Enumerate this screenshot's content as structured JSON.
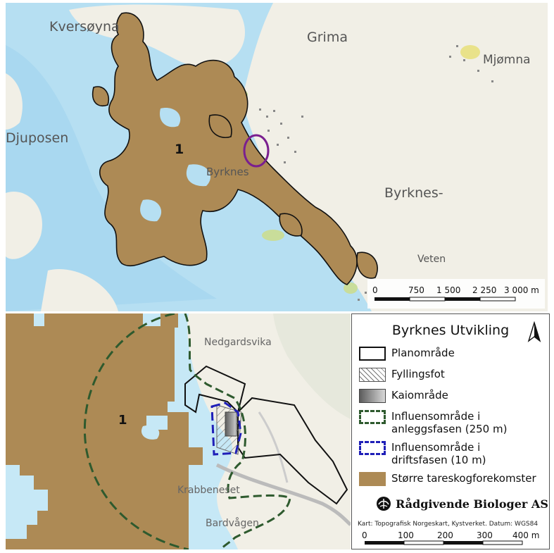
{
  "overview_map": {
    "places": {
      "kversoyna": "Kversøyna",
      "grima": "Grima",
      "mjomna": "Mjømna",
      "djuposen": "Djuposen",
      "byrknes_village": "Byrknes",
      "byrknes_area": "Byrknes-",
      "veten": "Veten"
    },
    "kelp_area_number": "1",
    "scale_bar": {
      "ticks": [
        "0",
        "750",
        "1 500",
        "2 250",
        "3 000 m"
      ]
    }
  },
  "inset_map": {
    "places": {
      "nedgardsvika": "Nedgardsvika",
      "krabbeneset": "Krabbeneset",
      "bardvagen": "Bardvågen"
    },
    "kelp_area_number": "1"
  },
  "legend": {
    "title": "Byrknes Utvikling",
    "items": [
      {
        "label": "Planområde"
      },
      {
        "label": "Fyllingsfot"
      },
      {
        "label": "Kaiområde"
      },
      {
        "label": "Influensområde i anleggsfasen (250 m)"
      },
      {
        "label": "Influensområde i driftsfasen (10 m)"
      },
      {
        "label": "Større tareskogforekomster"
      }
    ],
    "company": "Rådgivende Biologer AS",
    "credit": "Kart: Topografisk Norgeskart, Kystverket. Datum: WGS84",
    "scale_bar": {
      "ticks": [
        "0",
        "100",
        "200",
        "300",
        "400 m"
      ]
    }
  },
  "colors": {
    "sea": "#b6dff2",
    "sea_dark": "#9dd2ee",
    "land": "#f1efe6",
    "kelp": "#ad8a55",
    "green_patch": "#c9dd9a",
    "purple_marker": "#7a1f8f",
    "influence_construction": "#2e5a2e",
    "influence_operation": "#1f1fb8"
  }
}
